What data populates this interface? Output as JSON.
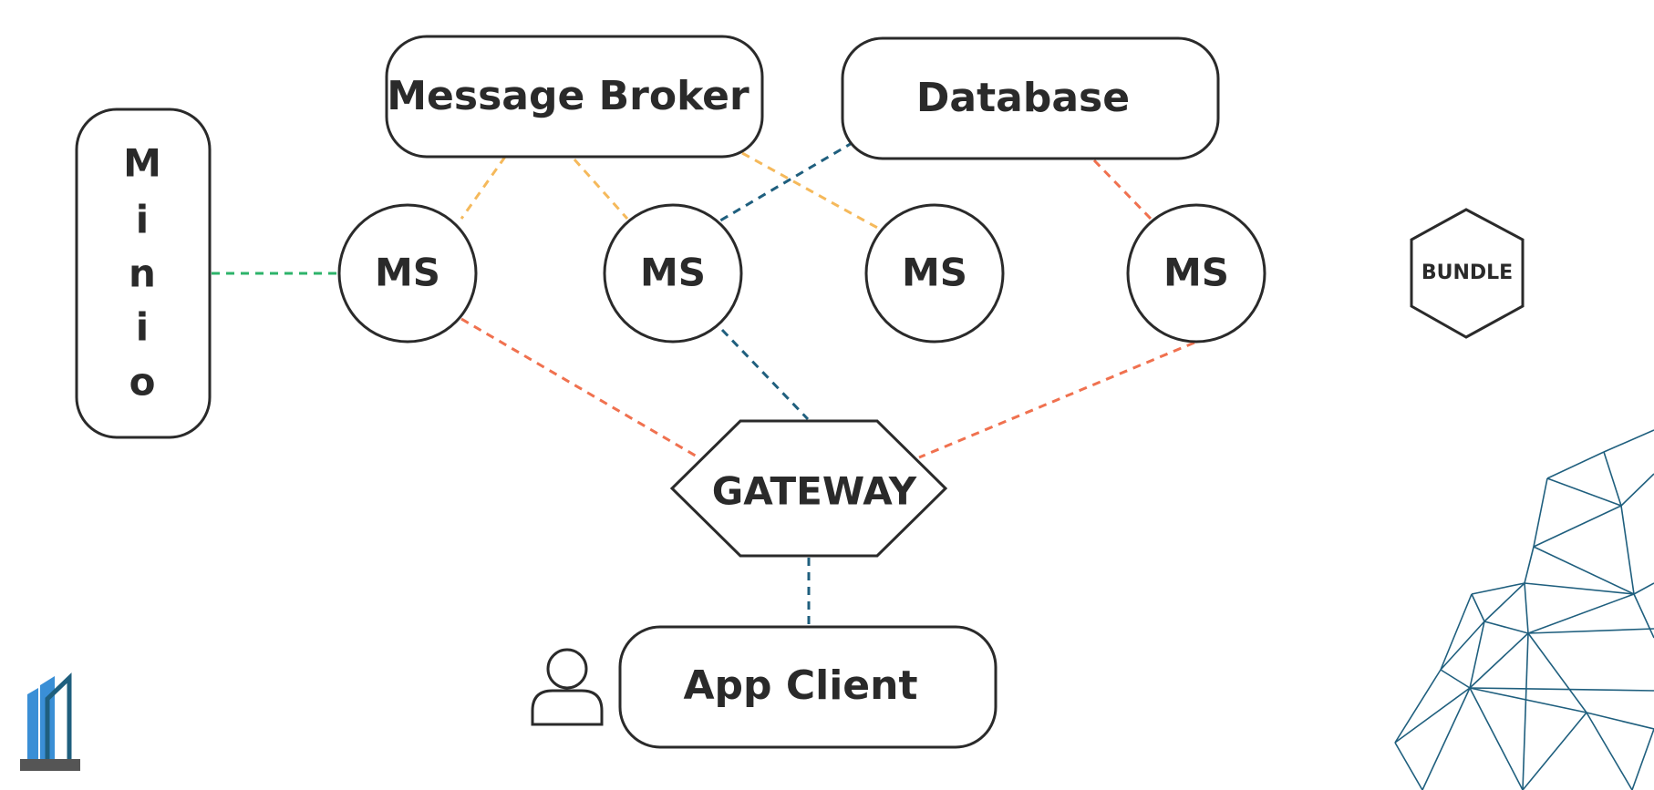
{
  "diagram": {
    "nodes": {
      "message_broker": "Message Broker",
      "database": "Database",
      "minio_letters": [
        "M",
        "i",
        "n",
        "i",
        "o"
      ],
      "ms_1": "MS",
      "ms_2": "MS",
      "ms_3": "MS",
      "ms_4": "MS",
      "bundle": "BUNDLE",
      "gateway": "GATEWAY",
      "app_client": "App Client"
    },
    "edges": [
      {
        "from": "minio",
        "to": "ms_1",
        "color": "#2db36a"
      },
      {
        "from": "message_broker",
        "to": "ms_1",
        "color": "#f5b95b"
      },
      {
        "from": "message_broker",
        "to": "ms_2",
        "color": "#f5b95b"
      },
      {
        "from": "message_broker",
        "to": "ms_3",
        "color": "#f5b95b"
      },
      {
        "from": "database",
        "to": "ms_2",
        "color": "#1f5f7e"
      },
      {
        "from": "database",
        "to": "ms_4",
        "color": "#f0714f"
      },
      {
        "from": "ms_1",
        "to": "gateway",
        "color": "#f0714f"
      },
      {
        "from": "ms_2",
        "to": "gateway",
        "color": "#1f5f7e"
      },
      {
        "from": "ms_4",
        "to": "gateway",
        "color": "#f0714f"
      },
      {
        "from": "gateway",
        "to": "app_client",
        "color": "#1f5f7e"
      }
    ],
    "colors": {
      "outline": "#2a2a2a",
      "orange_dash": "#f5b95b",
      "coral_dash": "#f0714f",
      "teal_dash": "#1f5f7e",
      "green_dash": "#2db36a",
      "logo_blue": "#3a8fd6",
      "logo_dark": "#1f5f7e",
      "logo_base": "#555555"
    },
    "icons": {
      "user": "user-icon",
      "logo": "building-logo-icon",
      "decoration": "polygon-mesh-icon"
    }
  }
}
